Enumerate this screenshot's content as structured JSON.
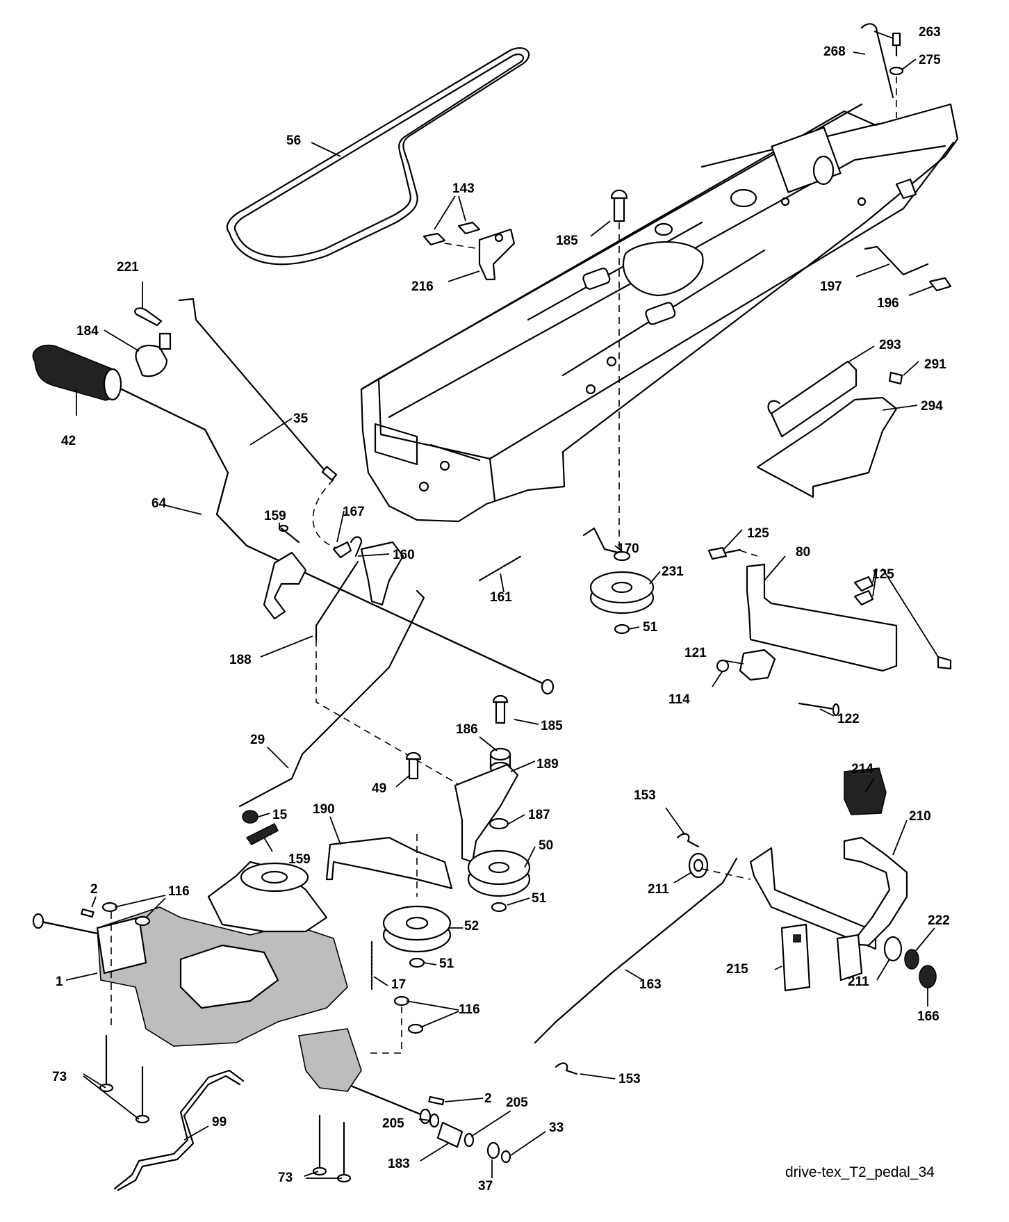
{
  "diagram": {
    "identifier": "drive-tex_T2_pedal_34",
    "colors": {
      "line": "#000000",
      "background": "#ffffff",
      "shade": "#bdbdbd"
    },
    "callouts": [
      {
        "id": "c263",
        "label": "263"
      },
      {
        "id": "c268",
        "label": "268"
      },
      {
        "id": "c275",
        "label": "275"
      },
      {
        "id": "c56",
        "label": "56"
      },
      {
        "id": "c143",
        "label": "143"
      },
      {
        "id": "c185a",
        "label": "185"
      },
      {
        "id": "c216",
        "label": "216"
      },
      {
        "id": "c197",
        "label": "197"
      },
      {
        "id": "c196",
        "label": "196"
      },
      {
        "id": "c221",
        "label": "221"
      },
      {
        "id": "c184",
        "label": "184"
      },
      {
        "id": "c293",
        "label": "293"
      },
      {
        "id": "c291",
        "label": "291"
      },
      {
        "id": "c294",
        "label": "294"
      },
      {
        "id": "c35",
        "label": "35"
      },
      {
        "id": "c42",
        "label": "42"
      },
      {
        "id": "c64",
        "label": "64"
      },
      {
        "id": "c159a",
        "label": "159"
      },
      {
        "id": "c167",
        "label": "167"
      },
      {
        "id": "c160",
        "label": "160"
      },
      {
        "id": "c125a",
        "label": "125"
      },
      {
        "id": "c170",
        "label": "170"
      },
      {
        "id": "c80",
        "label": "80"
      },
      {
        "id": "c231",
        "label": "231"
      },
      {
        "id": "c125b",
        "label": "125"
      },
      {
        "id": "c161",
        "label": "161"
      },
      {
        "id": "c51a",
        "label": "51"
      },
      {
        "id": "c121",
        "label": "121"
      },
      {
        "id": "c188",
        "label": "188"
      },
      {
        "id": "c114",
        "label": "114"
      },
      {
        "id": "c122",
        "label": "122"
      },
      {
        "id": "c185b",
        "label": "185"
      },
      {
        "id": "c186",
        "label": "186"
      },
      {
        "id": "c29",
        "label": "29"
      },
      {
        "id": "c189",
        "label": "189"
      },
      {
        "id": "c49",
        "label": "49"
      },
      {
        "id": "c214",
        "label": "214"
      },
      {
        "id": "c153a",
        "label": "153"
      },
      {
        "id": "c15",
        "label": "15"
      },
      {
        "id": "c187",
        "label": "187"
      },
      {
        "id": "c190",
        "label": "190"
      },
      {
        "id": "c210",
        "label": "210"
      },
      {
        "id": "c50",
        "label": "50"
      },
      {
        "id": "c159b",
        "label": "159"
      },
      {
        "id": "c211a",
        "label": "211"
      },
      {
        "id": "c2a",
        "label": "2"
      },
      {
        "id": "c116a",
        "label": "116"
      },
      {
        "id": "c51b",
        "label": "51"
      },
      {
        "id": "c52",
        "label": "52"
      },
      {
        "id": "c222",
        "label": "222"
      },
      {
        "id": "c1",
        "label": "1"
      },
      {
        "id": "c17",
        "label": "17"
      },
      {
        "id": "c51c",
        "label": "51"
      },
      {
        "id": "c215",
        "label": "215"
      },
      {
        "id": "c211b",
        "label": "211"
      },
      {
        "id": "c163",
        "label": "163"
      },
      {
        "id": "c116b",
        "label": "116"
      },
      {
        "id": "c166",
        "label": "166"
      },
      {
        "id": "c73a",
        "label": "73"
      },
      {
        "id": "c153b",
        "label": "153"
      },
      {
        "id": "c2b",
        "label": "2"
      },
      {
        "id": "c205a",
        "label": "205"
      },
      {
        "id": "c99",
        "label": "99"
      },
      {
        "id": "c205b",
        "label": "205"
      },
      {
        "id": "c33",
        "label": "33"
      },
      {
        "id": "c183",
        "label": "183"
      },
      {
        "id": "c37",
        "label": "37"
      },
      {
        "id": "c73b",
        "label": "73"
      }
    ]
  }
}
